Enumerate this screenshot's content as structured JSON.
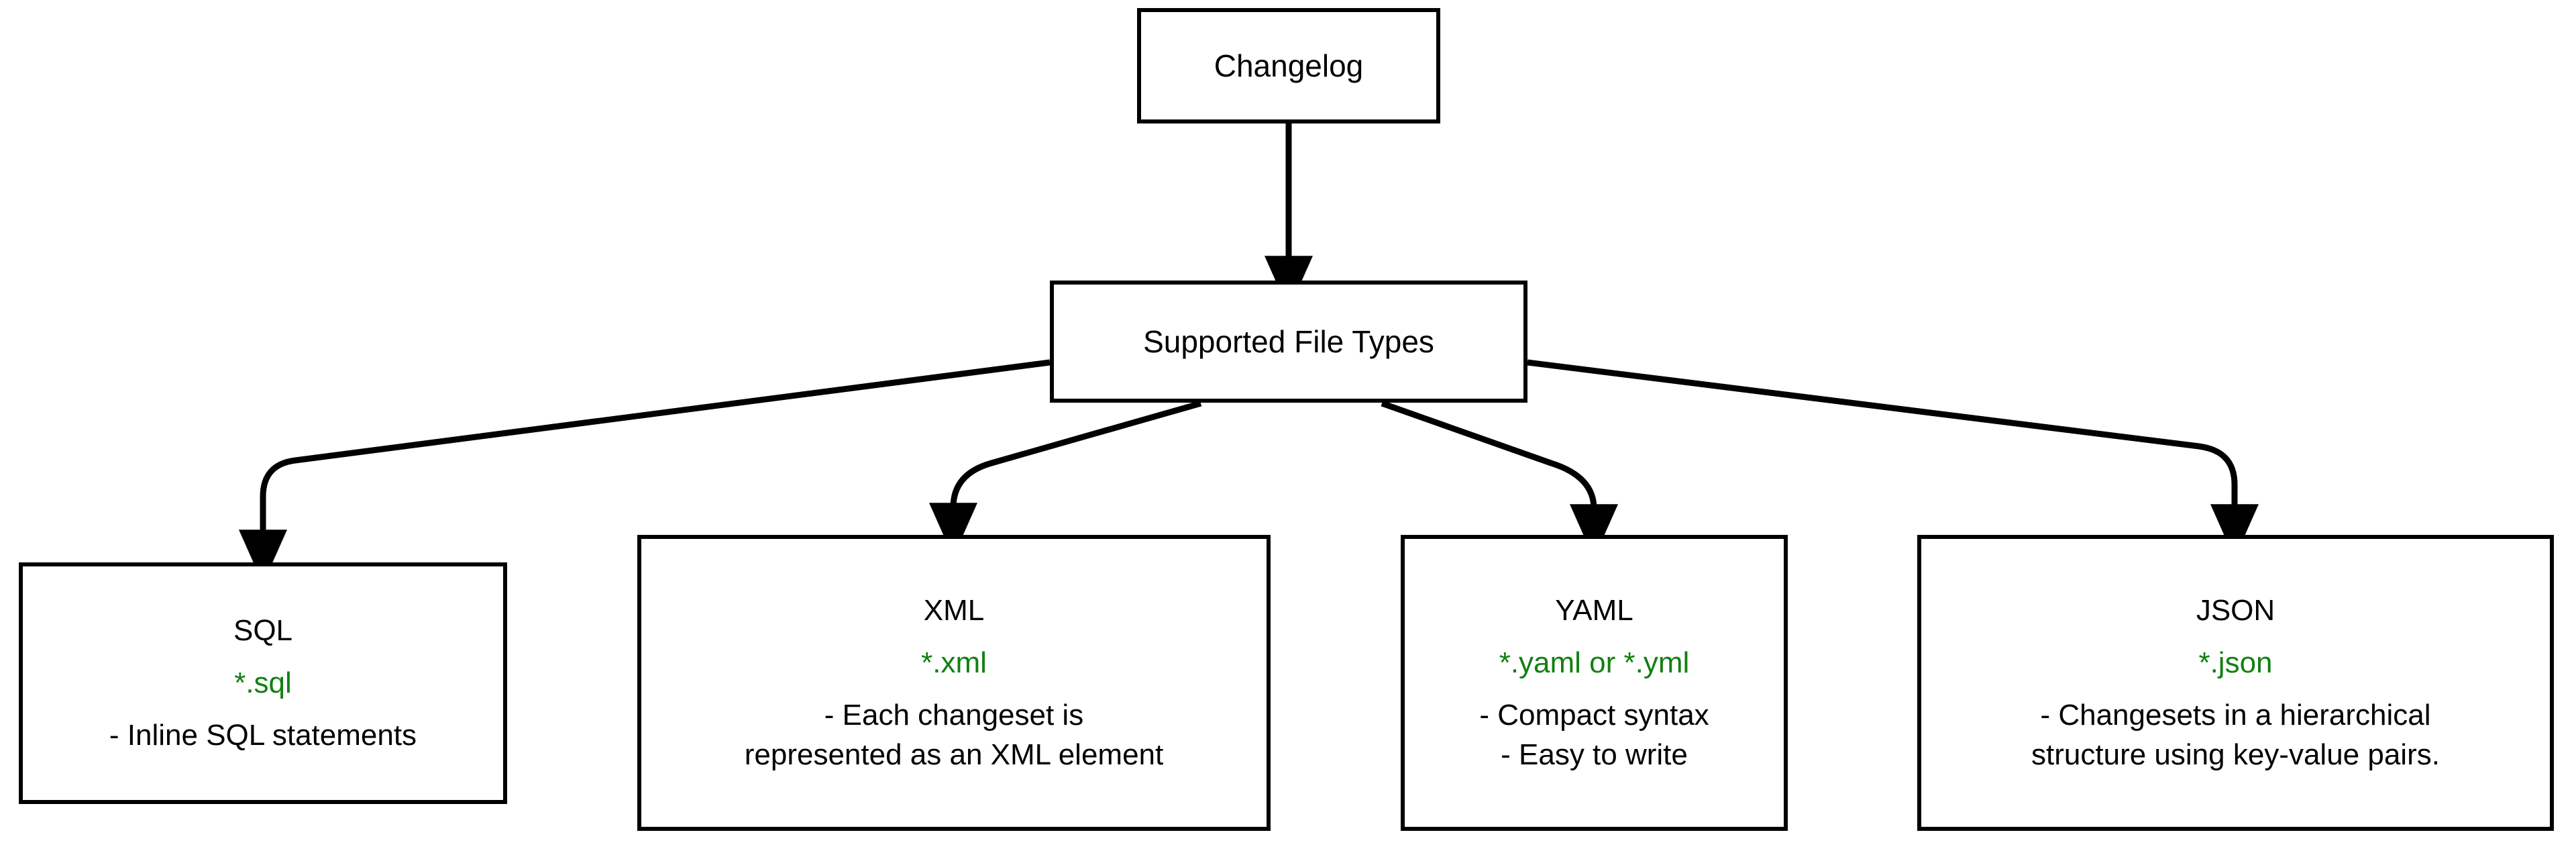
{
  "diagram": {
    "title": "Changelog Supported File Types",
    "accent_green": "#118011",
    "stroke_color": "#000000",
    "background": "#ffffff"
  },
  "nodes": {
    "changelog": {
      "label": "Changelog"
    },
    "supported": {
      "label": "Supported File Types"
    },
    "sql": {
      "title": "SQL",
      "extension": "*.sql",
      "desc_line1": "- Inline SQL statements"
    },
    "xml": {
      "title": "XML",
      "extension": "*.xml",
      "desc_line1": "- Each changeset is",
      "desc_line2": "represented as an XML element"
    },
    "yaml": {
      "title": "YAML",
      "extension": "*.yaml or *.yml",
      "desc_line1": "- Compact syntax",
      "desc_line2": "- Easy to write"
    },
    "json": {
      "title": "JSON",
      "extension": "*.json",
      "desc_line1": "- Changesets in a hierarchical",
      "desc_line2": "structure using key-value pairs."
    }
  },
  "edges": [
    {
      "name": "changelog-to-supported",
      "from": "changelog",
      "to": "supported"
    },
    {
      "name": "supported-to-sql",
      "from": "supported",
      "to": "sql"
    },
    {
      "name": "supported-to-xml",
      "from": "supported",
      "to": "xml"
    },
    {
      "name": "supported-to-yaml",
      "from": "supported",
      "to": "yaml"
    },
    {
      "name": "supported-to-json",
      "from": "supported",
      "to": "json"
    }
  ]
}
